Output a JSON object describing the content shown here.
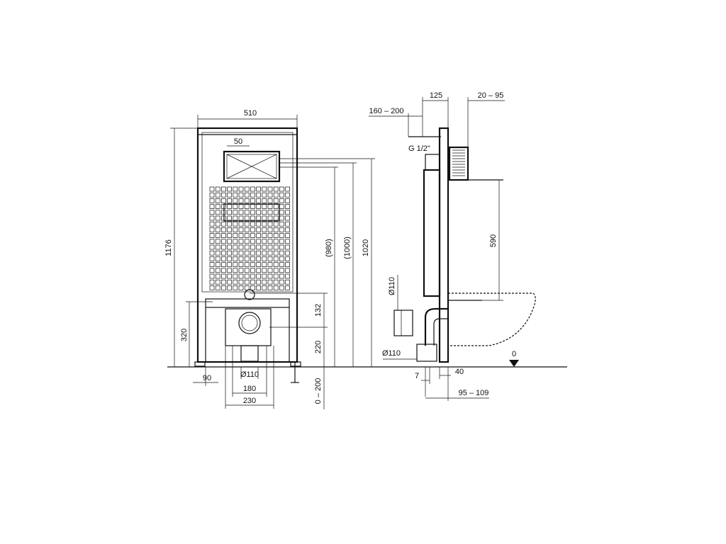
{
  "front_view": {
    "width": "510",
    "flush_plate_offset": "50",
    "total_height": "1176",
    "height_980": "(980)",
    "height_1000": "(1000)",
    "height_1020": "1020",
    "height_320": "320",
    "height_132": "132",
    "height_220": "220",
    "foot_range": "0 – 200",
    "left_offset": "90",
    "drain_diameter": "Ø110",
    "bolt_distance": "180",
    "bracket_width": "230"
  },
  "side_view": {
    "depth_125": "125",
    "wall_range": "20 – 95",
    "pipe_range": "160 – 200",
    "thread": "G 1/2\"",
    "height_590": "590",
    "inlet_diameter": "Ø110",
    "outlet_diameter": "Ø110",
    "floor_level": "0",
    "dim_7": "7",
    "dim_40": "40",
    "depth_range": "95 – 109"
  }
}
